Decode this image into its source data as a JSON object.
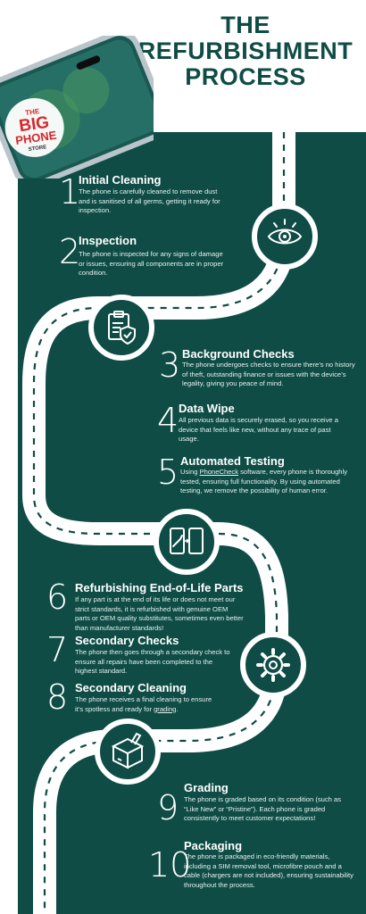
{
  "title": {
    "line1": "THE",
    "line2": "REFURBISHMENT",
    "line3": "PROCESS"
  },
  "brand": {
    "line1": "THE",
    "line2": "BIG",
    "line3": "PHONE",
    "line4": "STORE"
  },
  "colors": {
    "panel": "#0f4c46",
    "road": "#ffffff",
    "accent_red": "#d8262b"
  },
  "steps": [
    {
      "num": "1",
      "title": "Initial Cleaning",
      "desc": "The phone is carefully cleaned to remove dust and is sanitised of all germs, getting it ready for inspection."
    },
    {
      "num": "2",
      "title": "Inspection",
      "desc": "The phone is inspected for any signs of damage or issues, ensuring all components are in proper condition."
    },
    {
      "num": "3",
      "title": "Background Checks",
      "desc": "The phone undergoes checks to ensure there’s no history of theft, outstanding finance or issues with the device’s legality, giving you peace of mind."
    },
    {
      "num": "4",
      "title": "Data Wipe",
      "desc": "All previous data is securely erased, so you receive a device that feels like new, without any trace of past usage."
    },
    {
      "num": "5",
      "title": "Automated Testing",
      "desc_pre": "Using ",
      "desc_link": "PhoneCheck",
      "desc_post": " software, every phone is thoroughly tested, ensuring full functionality. By using automated testing, we remove the possibility of human error."
    },
    {
      "num": "6",
      "title": "Refurbishing End-of-Life Parts",
      "desc": "If any part is at the end of its life or does not meet our strict standards, it is refurbished with genuine OEM parts or OEM quality substitutes, sometimes even better than manufacturer standards!"
    },
    {
      "num": "7",
      "title": "Secondary Checks",
      "desc": "The phone then goes through a secondary check to ensure all repairs have been completed to the highest standard."
    },
    {
      "num": "8",
      "title": "Secondary Cleaning",
      "desc_pre": "The phone receives a final cleaning to ensure it’s spotless and ready for ",
      "desc_link": "grading",
      "desc_post": "."
    },
    {
      "num": "9",
      "title": "Grading",
      "desc": "The phone is graded based on its condition (such as “Like New” or “Pristine”). Each phone is graded consistently to meet customer expectations!"
    },
    {
      "num": "10",
      "title": "Packaging",
      "desc": "The phone is packaged in eco-friendly materials, including a SIM removal tool, microfibre pouch and a cable (chargers are not included), ensuring sustainability throughout the process."
    }
  ],
  "icons": [
    "eye-icon",
    "clipboard-shield-icon",
    "phone-repair-icon",
    "gear-icon",
    "box-icon"
  ]
}
